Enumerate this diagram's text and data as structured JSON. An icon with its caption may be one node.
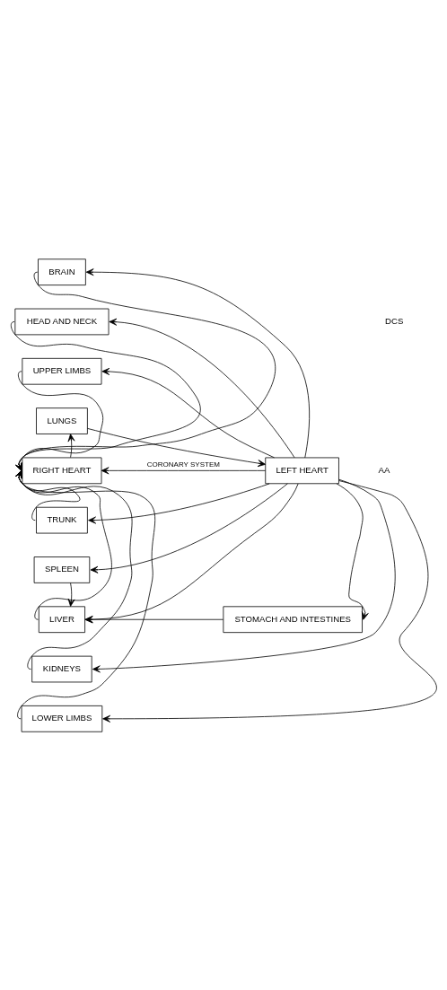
{
  "diagram": {
    "nodes": [
      {
        "text": [
          "BRAIN"
        ]
      },
      {
        "text": [
          "HEAD AND NECK"
        ]
      },
      {
        "text": [
          "UPPER LIMBS"
        ]
      },
      {
        "text": [
          "LUNGS"
        ]
      },
      {
        "text": [
          "RIGHT HEART"
        ]
      },
      {
        "text": [
          "LEFT HEART"
        ]
      },
      {
        "text": [
          "TRUNK"
        ]
      },
      {
        "text": [
          "SPLEEN"
        ]
      },
      {
        "text": [
          "LIVER"
        ]
      },
      {
        "text": [
          "STOMACH AND INTESTINES"
        ]
      },
      {
        "text": [
          "KIDNEYS"
        ]
      },
      {
        "text": [
          "LOWER LIMBS"
        ]
      }
    ],
    "edges": [
      {
        "from": 5,
        "to": 0,
        "arrow": "to"
      },
      {
        "from": 5,
        "to": 1,
        "arrow": "to"
      },
      {
        "from": 5,
        "to": 2,
        "arrow": "to"
      },
      {
        "from": 0,
        "to": 4,
        "arrow": "to"
      },
      {
        "from": 1,
        "to": 4,
        "arrow": "to"
      },
      {
        "from": 2,
        "to": 4,
        "arrow": "to"
      },
      {
        "from": 4,
        "to": 3,
        "arrow": "to"
      },
      {
        "from": 3,
        "to": 5,
        "arrow": "to"
      },
      {
        "from": 5,
        "to": 4,
        "arrow": "to",
        "label": "CORONARY SYSTEM"
      },
      {
        "from": 5,
        "to": 6,
        "arrow": "to"
      },
      {
        "from": 6,
        "to": 4,
        "arrow": "to"
      },
      {
        "from": 5,
        "to": 7,
        "arrow": "to"
      },
      {
        "from": 5,
        "to": 9,
        "arrow": "to"
      },
      {
        "from": 5,
        "to": 8,
        "arrow": "to"
      },
      {
        "from": 7,
        "to": 8,
        "arrow": "to"
      },
      {
        "from": 9,
        "to": 8,
        "arrow": "to"
      },
      {
        "from": 8,
        "to": 4,
        "arrow": "to"
      },
      {
        "from": 5,
        "to": 10,
        "arrow": "to"
      },
      {
        "from": 10,
        "to": 4,
        "arrow": "to"
      },
      {
        "from": 5,
        "to": 11,
        "arrow": "to"
      },
      {
        "from": 11,
        "to": 4,
        "arrow": "to"
      }
    ],
    "labels": [
      "DCS",
      "AA"
    ]
  }
}
